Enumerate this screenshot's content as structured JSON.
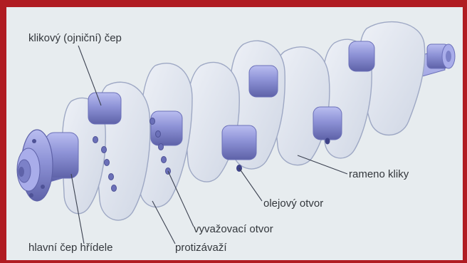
{
  "colors": {
    "frame": "#b01c22",
    "background": "#e7ecef",
    "web_face": "#dde3ed",
    "web_edge": "#9ea8c4",
    "journal": "#8d92d6",
    "journal_dark": "#6b70b8",
    "leader": "#3b4150",
    "label_text": "#33373c"
  },
  "labels": {
    "crankpin": "klikový (ojniční) čep",
    "crank_web": "rameno kliky",
    "oil_hole": "olejový otvor",
    "balance_hole": "vyvažovací otvor",
    "counterweight": "protizávaží",
    "main_journal": "hlavní čep hřídele"
  }
}
